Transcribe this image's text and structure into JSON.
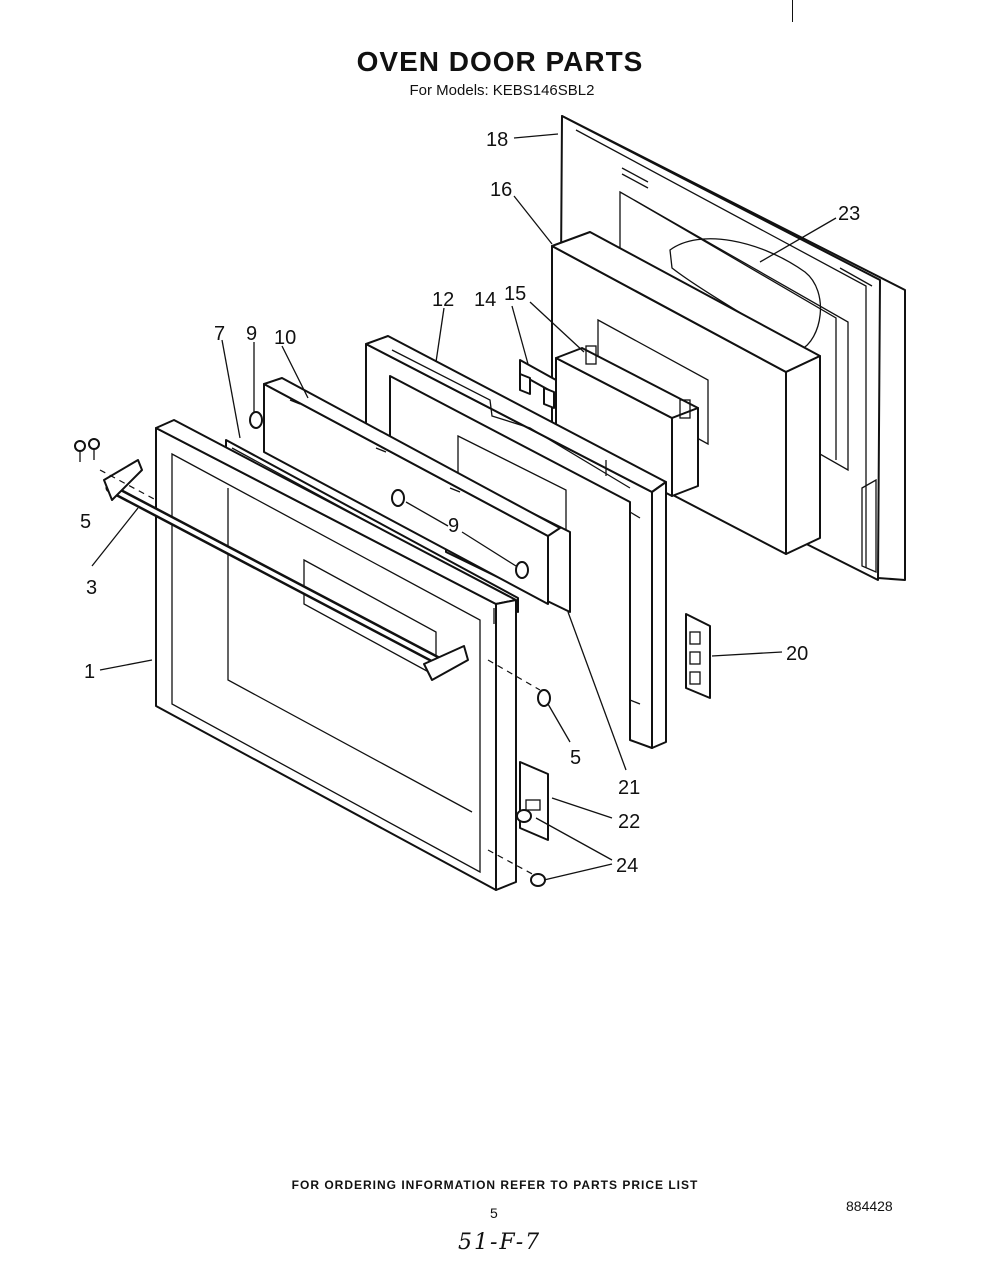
{
  "header": {
    "title": "OVEN DOOR PARTS",
    "models_label": "For Models:",
    "model": "KEBS146SBL2"
  },
  "callouts": [
    {
      "id": "18",
      "label": "18"
    },
    {
      "id": "16",
      "label": "16"
    },
    {
      "id": "23",
      "label": "23"
    },
    {
      "id": "12",
      "label": "12"
    },
    {
      "id": "14",
      "label": "14"
    },
    {
      "id": "15",
      "label": "15"
    },
    {
      "id": "7",
      "label": "7"
    },
    {
      "id": "9a",
      "label": "9"
    },
    {
      "id": "10",
      "label": "10"
    },
    {
      "id": "5a",
      "label": "5"
    },
    {
      "id": "9b",
      "label": "9"
    },
    {
      "id": "3",
      "label": "3"
    },
    {
      "id": "1",
      "label": "1"
    },
    {
      "id": "20",
      "label": "20"
    },
    {
      "id": "5b",
      "label": "5"
    },
    {
      "id": "21",
      "label": "21"
    },
    {
      "id": "22",
      "label": "22"
    },
    {
      "id": "24",
      "label": "24"
    }
  ],
  "footer": {
    "ordering_note": "FOR ORDERING INFORMATION REFER TO PARTS PRICE LIST",
    "page_number": "5",
    "document_number": "884428",
    "handwritten_note": "51-F-7"
  }
}
